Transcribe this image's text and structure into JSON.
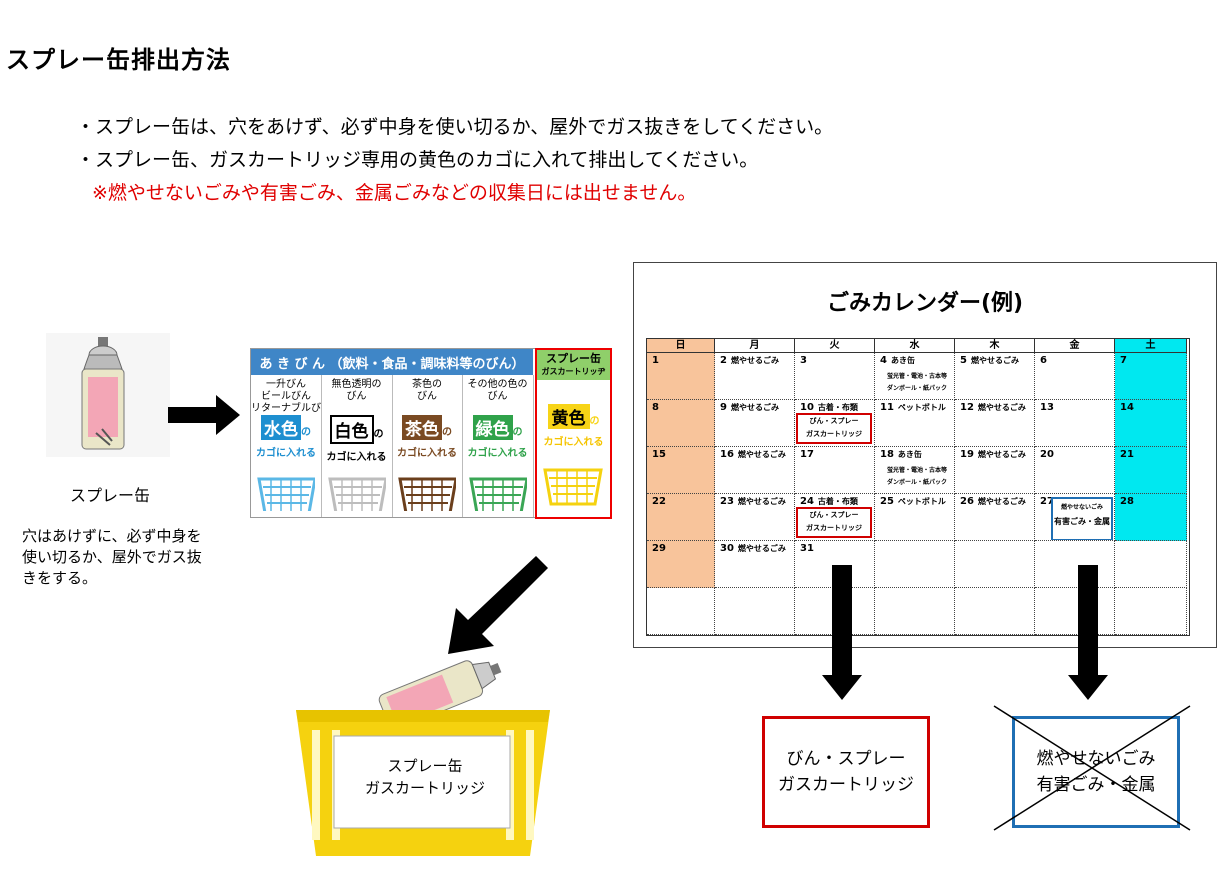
{
  "title": "スプレー缶排出方法",
  "notes": [
    "・スプレー缶は、穴をあけず、必ず中身を使い切るか、屋外でガス抜きをしてください。",
    "・スプレー缶、ガスカートリッジ専用の黄色のカゴに入れて排出してください。",
    "※燃やせないごみや有害ごみ、金属ごみなどの収集日には出せません。"
  ],
  "can": {
    "label": "スプレー缶",
    "desc": "穴はあけずに、必ず中身を使い切るか、屋外でガス抜きをする。"
  },
  "bottle_table": {
    "header": "あ き び ん （飲料・食品・調味料等のびん）",
    "columns": [
      {
        "title": "一升びん\nビールびん\nリターナブルびん",
        "tag": "水色",
        "tag_suffix": "の",
        "cago": "カゴに入れる",
        "color": "#1e8fd0",
        "basket_color": "#5bb8e6"
      },
      {
        "title": "無色透明の\nびん",
        "tag": "白色",
        "tag_suffix": "の",
        "cago": "カゴに入れる",
        "color": "#ffffff",
        "basket_color": "#bdbdbd"
      },
      {
        "title": "茶色の\nびん",
        "tag": "茶色",
        "tag_suffix": "の",
        "cago": "カゴに入れる",
        "color": "#7a4a22",
        "basket_color": "#6b3f1c"
      },
      {
        "title": "その他の色の\nびん",
        "tag": "緑色",
        "tag_suffix": "の",
        "cago": "カゴに入れる",
        "color": "#2fa24a",
        "basket_color": "#3aa655"
      }
    ],
    "spray_col": {
      "head": "スプレー缶",
      "sub": "ガスカートリッヂ",
      "tag": "黄色",
      "tag_suffix": "の",
      "cago": "カゴに入れる",
      "color": "#f7d417",
      "basket_color": "#f5d20f"
    }
  },
  "basket_label": "スプレー缶\nガスカートリッジ",
  "calendar": {
    "title": "ごみカレンダー(例)",
    "days": [
      "日",
      "月",
      "火",
      "水",
      "木",
      "金",
      "土"
    ],
    "rows": [
      [
        {
          "n": "1"
        },
        {
          "n": "2",
          "t": "燃やせるごみ"
        },
        {
          "n": "3"
        },
        {
          "n": "4",
          "t": "あき缶",
          "s": [
            "蛍光管・電池・古本等",
            "ダンボール・紙パック"
          ]
        },
        {
          "n": "5",
          "t": "燃やせるごみ"
        },
        {
          "n": "6"
        },
        {
          "n": "7"
        }
      ],
      [
        {
          "n": "8"
        },
        {
          "n": "9",
          "t": "燃やせるごみ"
        },
        {
          "n": "10",
          "t": "古着・布類",
          "box": [
            "びん・スプレー",
            "ガスカートリッジ"
          ]
        },
        {
          "n": "11",
          "t": "ペットボトル"
        },
        {
          "n": "12",
          "t": "燃やせるごみ"
        },
        {
          "n": "13"
        },
        {
          "n": "14"
        }
      ],
      [
        {
          "n": "15"
        },
        {
          "n": "16",
          "t": "燃やせるごみ"
        },
        {
          "n": "17"
        },
        {
          "n": "18",
          "t": "あき缶",
          "s": [
            "蛍光管・電池・古本等",
            "ダンボール・紙パック"
          ]
        },
        {
          "n": "19",
          "t": "燃やせるごみ"
        },
        {
          "n": "20"
        },
        {
          "n": "21"
        }
      ],
      [
        {
          "n": "22"
        },
        {
          "n": "23",
          "t": "燃やせるごみ"
        },
        {
          "n": "24",
          "t": "古着・布類",
          "box": [
            "びん・スプレー",
            "ガスカートリッジ"
          ]
        },
        {
          "n": "25",
          "t": "ペットボトル"
        },
        {
          "n": "26",
          "t": "燃やせるごみ"
        },
        {
          "n": "27",
          "box2": [
            "燃やせないごみ",
            "有害ごみ・金属"
          ]
        },
        {
          "n": "28"
        }
      ],
      [
        {
          "n": "29"
        },
        {
          "n": "30",
          "t": "燃やせるごみ"
        },
        {
          "n": "31"
        },
        {
          "n": ""
        },
        {
          "n": ""
        },
        {
          "n": ""
        },
        {
          "n": ""
        }
      ],
      [
        {
          "n": ""
        },
        {
          "n": ""
        },
        {
          "n": ""
        },
        {
          "n": ""
        },
        {
          "n": ""
        },
        {
          "n": ""
        },
        {
          "n": ""
        }
      ]
    ]
  },
  "outbox_spray": "びん・スプレー\nガスカートリッジ",
  "outbox_nonburn": "燃やせないごみ\n有害ごみ・金属",
  "colors": {
    "sunday": "#f8c49b",
    "saturday": "#00e8f0",
    "red": "#d00000",
    "blue": "#1f6fb4"
  }
}
